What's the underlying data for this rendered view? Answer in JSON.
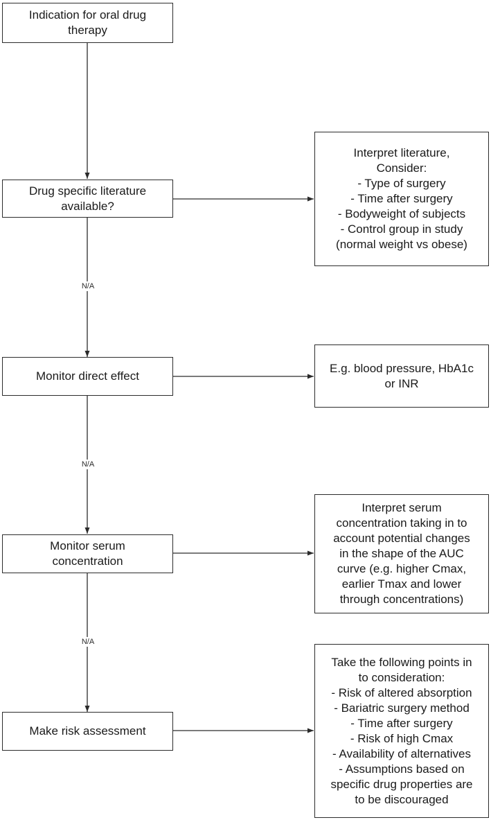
{
  "flowchart": {
    "steps": [
      {
        "label": "Indication for oral drug\ntherapy"
      },
      {
        "label": "Drug specific literature\navailable?"
      },
      {
        "label": "Monitor direct effect"
      },
      {
        "label": "Monitor serum\nconcentration"
      },
      {
        "label": "Make risk assessment"
      }
    ],
    "notes": [
      {
        "text": "Interpret literature,\nConsider:\n- Type of surgery\n- Time after surgery\n- Bodyweight of subjects\n- Control group in study\n(normal weight vs obese)"
      },
      {
        "text": "E.g. blood pressure, HbA1c\nor INR"
      },
      {
        "text": "Interpret serum\nconcentration taking in to\naccount potential changes\nin the shape of the AUC\ncurve (e.g. higher Cmax,\nearlier Tmax and lower\nthrough concentrations)"
      },
      {
        "text": "Take the following points in\nto consideration:\n- Risk of altered absorption\n- Bariatric surgery method\n- Time after surgery\n- Risk of high Cmax\n- Availability of alternatives\n- Assumptions based on\nspecific drug properties are\nto be discouraged"
      }
    ],
    "edge_labels": [
      "N/A",
      "N/A",
      "N/A"
    ]
  }
}
